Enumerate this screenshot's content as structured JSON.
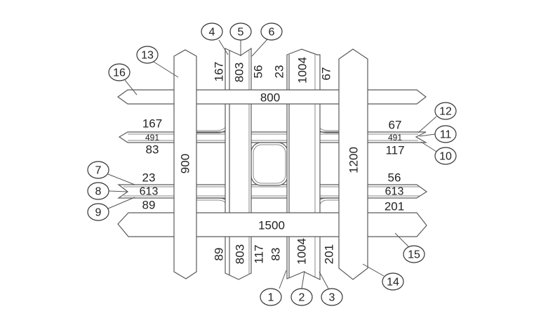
{
  "diagram": {
    "description": "Interlocking bar / truss plan with dimension labels and numbered callouts",
    "bars": {
      "vertical_left_main": {
        "length_label": "900",
        "callout": "13"
      },
      "vertical_right_main": {
        "length_label": "1200",
        "callout": "14"
      },
      "horizontal_top_main": {
        "length_label": "800",
        "callout": "16"
      },
      "horizontal_bottom_main": {
        "length_label": "1500",
        "callout": "15"
      },
      "vertical_803": {
        "length_label": "803",
        "top_offsets": {
          "left": "167",
          "right": "56"
        },
        "bottom_offsets": {
          "left": "89",
          "right": "117"
        },
        "callouts": [
          "4",
          "5",
          "6"
        ]
      },
      "vertical_1004": {
        "length_label": "1004",
        "top_offsets": {
          "left": "23",
          "right": "67"
        },
        "bottom_offsets": {
          "left": "83",
          "right": "201"
        },
        "callouts": [
          "1",
          "2",
          "3"
        ]
      },
      "horizontal_491": {
        "length_label": "491",
        "left_offsets": {
          "top": "167",
          "bottom": "83"
        },
        "right_offsets": {
          "top": "67",
          "bottom": "117"
        },
        "callouts": [
          "12",
          "11",
          "10"
        ]
      },
      "horizontal_613": {
        "length_label": "613",
        "left_offsets": {
          "top": "23",
          "bottom": "89"
        },
        "right_offsets": {
          "top": "56",
          "bottom": "201"
        },
        "callouts": [
          "7",
          "8",
          "9"
        ]
      }
    },
    "callout_numbers": [
      "1",
      "2",
      "3",
      "4",
      "5",
      "6",
      "7",
      "8",
      "9",
      "10",
      "11",
      "12",
      "13",
      "14",
      "15",
      "16"
    ]
  },
  "colors": {
    "line": "#5a5a5a",
    "text": "#222222",
    "background": "#ffffff"
  }
}
